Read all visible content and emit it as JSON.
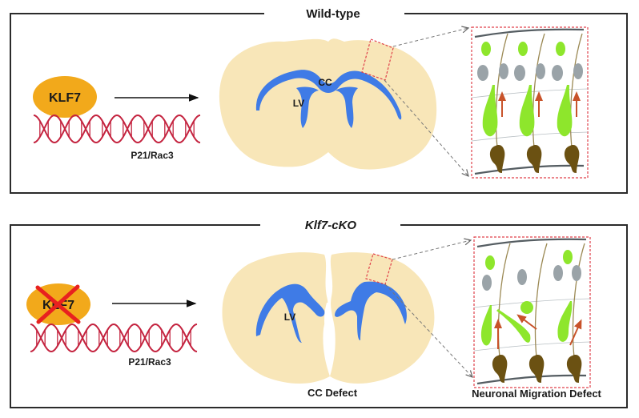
{
  "panels": [
    {
      "title": "Wild-type",
      "title_italic": false,
      "protein_label": "KLF7",
      "protein_crossed": false,
      "gene_label": "P21/Rac3",
      "brain_labels": [
        "CC",
        "LV"
      ],
      "brain_caption": "",
      "inset_caption": ""
    },
    {
      "title": "Klf7-cKO",
      "title_italic": true,
      "protein_label": "KLF7",
      "protein_crossed": true,
      "gene_label": "P21/Rac3",
      "brain_labels": [
        "LV"
      ],
      "brain_caption": "CC Defect",
      "inset_caption": "Neuronal Migration Defect"
    }
  ],
  "colors": {
    "protein": "#F2A91B",
    "dna": "#C4233F",
    "brain": "#F8E6B8",
    "ventricle": "#3F7BE6",
    "ventricle_light": "#7FA6EE",
    "inset_border": "#E0404A",
    "migrating_neuron": "#8EE62C",
    "radial_glia": "#6B5112",
    "gray_cell": "#9AA3A8",
    "migration_arrow": "#C8532A",
    "cross": "#E8211F"
  }
}
